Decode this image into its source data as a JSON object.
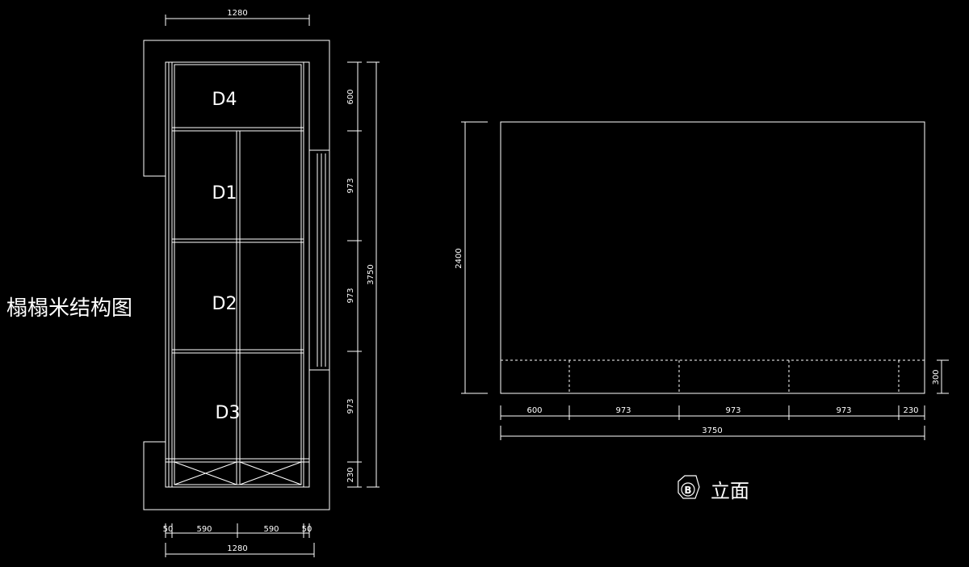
{
  "drawing_title": "榻榻米结构图",
  "plan": {
    "compartments": [
      "D4",
      "D1",
      "D2",
      "D3"
    ],
    "top_width": "1280",
    "bottom_width": "1280",
    "bottom_dims": [
      "50",
      "590",
      "590",
      "50"
    ],
    "right_dims": [
      "600",
      "973",
      "973",
      "973",
      "230"
    ],
    "total_length": "3750"
  },
  "elevation": {
    "height": "2400",
    "base_height": "300",
    "segments": [
      "600",
      "973",
      "973",
      "973",
      "230"
    ],
    "total_length": "3750",
    "marker_letter": "B",
    "label": "立面"
  },
  "colors": {
    "background": "#000000",
    "line": "#ffffff"
  }
}
